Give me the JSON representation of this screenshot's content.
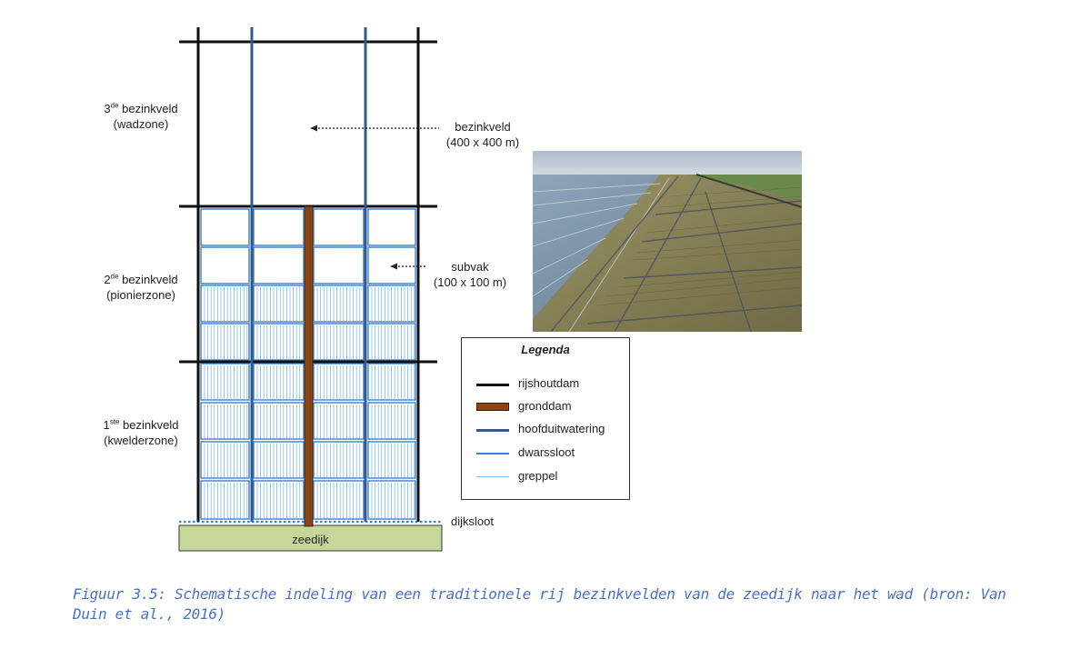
{
  "zones": {
    "z3": {
      "sup": "de",
      "title": "bezinkveld",
      "sub": "(wadzone)",
      "num": "3"
    },
    "z2": {
      "sup": "de",
      "title": "bezinkveld",
      "sub": "(pionierzone)",
      "num": "2"
    },
    "z1": {
      "sup": "ste",
      "title": "bezinkveld",
      "sub": "(kwelderzone)",
      "num": "1"
    }
  },
  "annotations": {
    "bezinkveld": {
      "line1": "bezinkveld",
      "line2": "(400 x 400 m)"
    },
    "subvak": {
      "line1": "subvak",
      "line2": "(100 x 100 m)"
    },
    "dijksloot": "dijksloot",
    "zeedijk": "zeedijk"
  },
  "legend": {
    "title": "Legenda",
    "items": [
      {
        "label": "rijshoutdam",
        "color": "#111111",
        "kind": "thick"
      },
      {
        "label": "gronddam",
        "color": "#8B4513",
        "kind": "bar"
      },
      {
        "label": "hoofduitwatering",
        "color": "#34598f",
        "kind": "medium"
      },
      {
        "label": "dwarssloot",
        "color": "#3d7fd0",
        "kind": "thin"
      },
      {
        "label": "greppel",
        "color": "#7fb8ea",
        "kind": "hair"
      }
    ]
  },
  "caption": "Figuur 3.5: Schematische indeling van een traditionele rij bezinkvelden van de zeedijk naar het wad (bron: Van Duin et al., 2016)",
  "colors": {
    "rijshoutdam": "#111111",
    "gronddam": "#8B4513",
    "hoofduitwatering": "#34598f",
    "dwarssloot": "#3d7fd0",
    "greppel": "#7fb8ea",
    "zeedijk_fill": "#c6d79a",
    "caption": "#4a72c4"
  }
}
